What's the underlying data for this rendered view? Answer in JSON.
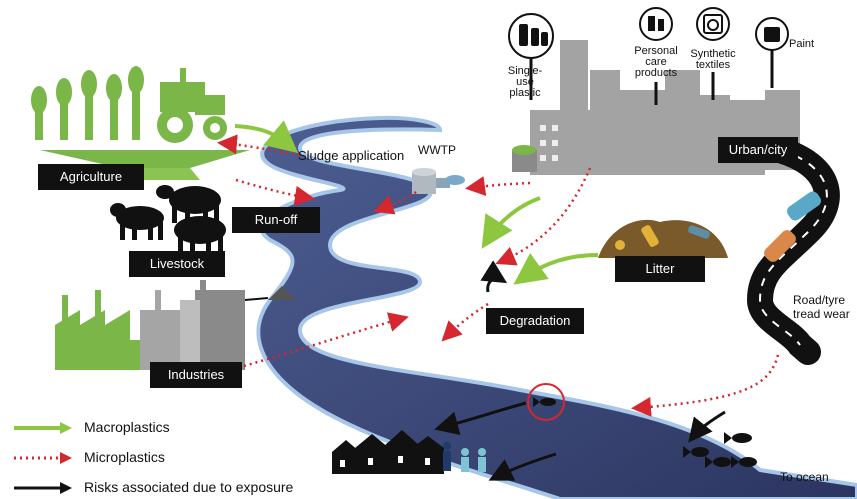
{
  "labels": {
    "agriculture": "Agriculture",
    "livestock": "Livestock",
    "runoff": "Run-off",
    "industries": "Industries",
    "sludge": "Sludge application",
    "wwtp": "WWTP",
    "single_use_1": "Single-",
    "single_use_2": "use",
    "single_use_3": "plastic",
    "personal_1": "Personal",
    "personal_2": "care",
    "personal_3": "products",
    "synthetic_1": "Synthetic",
    "synthetic_2": "textiles",
    "paint": "Paint",
    "urban": "Urban/city",
    "litter": "Litter",
    "degradation": "Degradation",
    "road_1": "Road/tyre",
    "road_2": "tread wear",
    "to_ocean": "To ocean"
  },
  "legend": {
    "macro": "Macroplastics",
    "micro": "Microplastics",
    "risk": "Risks associated due to exposure"
  },
  "colors": {
    "macro": "#8dc63f",
    "micro": "#d6262f",
    "risk": "#111111",
    "river": "#3b4a7a",
    "city": "#9a9a9a",
    "agri": "#7ab648"
  }
}
